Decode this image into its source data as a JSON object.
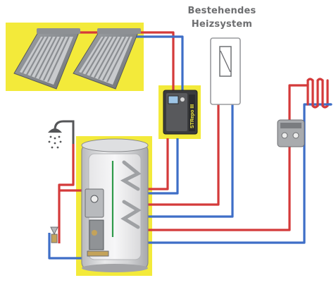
{
  "labels": {
    "existing_heating_line1": "Bestehendes",
    "existing_heating_line2": "Heizsystem"
  },
  "controller": {
    "brand_text": "STRepo III"
  },
  "colors": {
    "highlight_yellow": "#f3ea3a",
    "hot_pipe": "#d43a3a",
    "cold_pipe": "#3e6ec7",
    "tank_shell": "#cfd0d2",
    "label_gray": "#6d6e70"
  },
  "icons": [
    "solar-collector-icon",
    "shower-icon",
    "radiator-icon",
    "controller-icon",
    "boiler-icon",
    "storage-tank-icon",
    "mixing-valve-icon",
    "heat-exchanger-icon"
  ]
}
